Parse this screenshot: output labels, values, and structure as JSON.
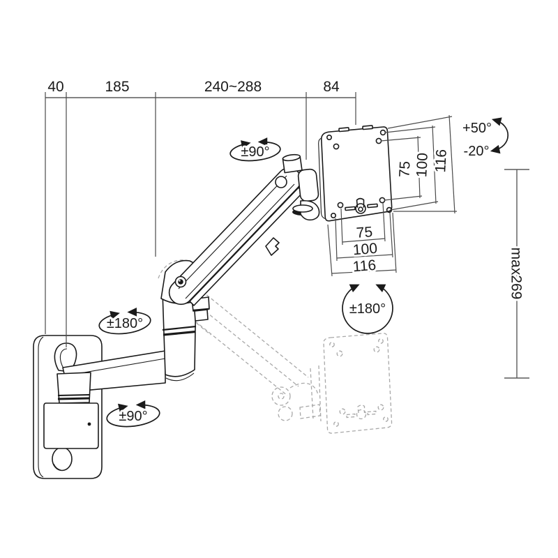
{
  "top_dimensions": [
    "40",
    "185",
    "240~288",
    "84"
  ],
  "height_dimension": "max269",
  "tilt": {
    "up": "+50°",
    "down": "-20°"
  },
  "rotation": {
    "head_swivel": "±90°",
    "elbow_swivel": "±180°",
    "wall_swivel": "±90°",
    "vesa_rotation": "±180°"
  },
  "vesa": {
    "width": [
      "75",
      "100",
      "116"
    ],
    "height": [
      "75",
      "100",
      "116"
    ]
  },
  "colors": {
    "line": "#1a1a1a",
    "dimension": "#5a5a5a",
    "ghost": "#a8a8a8",
    "background": "#ffffff"
  }
}
